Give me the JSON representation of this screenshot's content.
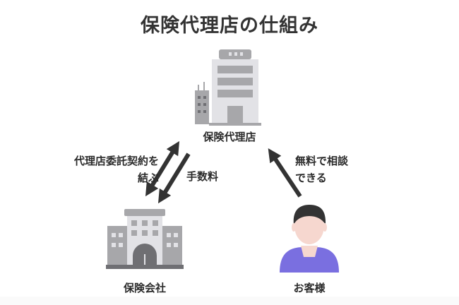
{
  "title": "保険代理店の仕組み",
  "nodes": {
    "agency": "保険代理店",
    "company": "保険会社",
    "customer": "お客様"
  },
  "edges": {
    "contract_line1": "代理店委託契約を",
    "contract_line2": "結ぶ",
    "commission": "手数料",
    "consult_line1": "無料で相談",
    "consult_line2": "できる"
  },
  "icons": {
    "agency": "office-building-icon",
    "company": "insurance-company-building-icon",
    "customer": "person-avatar-icon"
  },
  "colors": {
    "arrow": "#333333",
    "building_gray": "#a7a7aa",
    "building_light": "#e2e2e6",
    "shirt": "#7a6fe0",
    "skin": "#f6d7cf"
  }
}
